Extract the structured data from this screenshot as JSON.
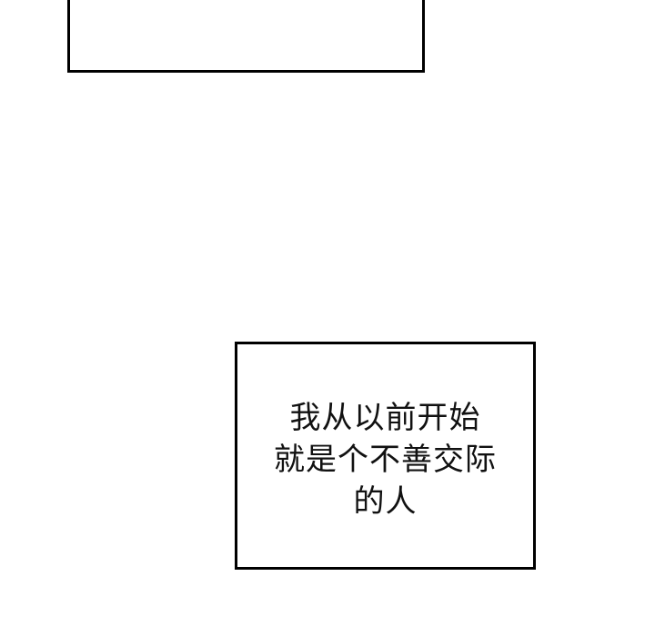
{
  "panels": [
    {
      "id": "top-panel",
      "lines": []
    },
    {
      "id": "bottom-panel",
      "lines": [
        "我从以前开始",
        "就是个不善交际",
        "的人"
      ]
    }
  ],
  "colors": {
    "background": "#ffffff",
    "border": "#000000",
    "text": "#111111"
  }
}
